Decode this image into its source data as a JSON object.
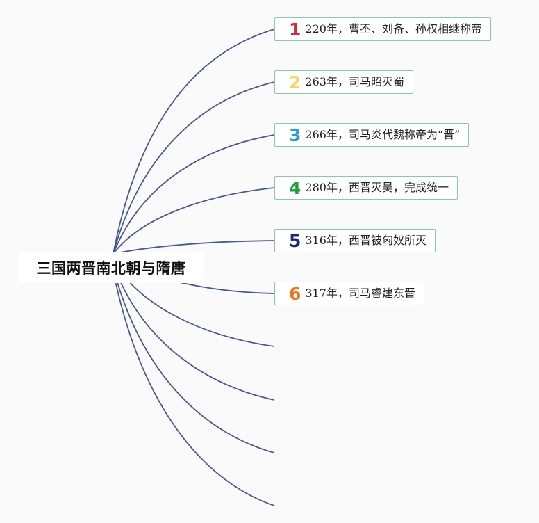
{
  "root": {
    "label": "三国两晋南北朝与隋唐"
  },
  "colors": {
    "line": "#46598f",
    "node_border": "#8fc4b5"
  },
  "nodes": [
    {
      "number": "1",
      "text": "220年，曹丕、刘备、孙权相继称帝",
      "color": "#d8283b"
    },
    {
      "number": "2",
      "text": "263年，司马昭灭蜀",
      "color": "#f7d766"
    },
    {
      "number": "3",
      "text": "266年，司马炎代魏称帝为“晋”",
      "color": "#2d9ad8"
    },
    {
      "number": "4",
      "text": "280年，西晋灭吴，完成统一",
      "color": "#1f9e3a"
    },
    {
      "number": "5",
      "text": "316年，西晋被匈奴所灭",
      "color": "#1c2876"
    },
    {
      "number": "6",
      "text": "317年，司马睿建东晋",
      "color": "#f0731f"
    }
  ]
}
